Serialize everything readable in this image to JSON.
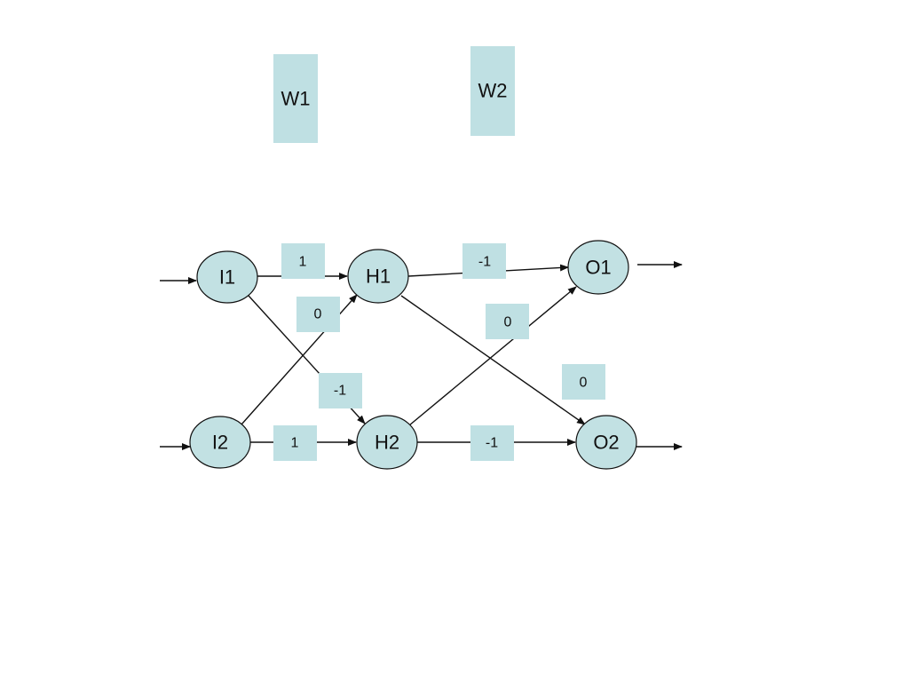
{
  "colors": {
    "node_fill": "#c2e1e3",
    "box_fill": "#bfe0e3",
    "stroke": "#111111"
  },
  "layers": {
    "w1": "W1",
    "w2": "W2"
  },
  "nodes": {
    "i1": "I1",
    "i2": "I2",
    "h1": "H1",
    "h2": "H2",
    "o1": "O1",
    "o2": "O2"
  },
  "weights": {
    "i1_h1": "1",
    "i2_h1": "0",
    "i1_h2": "-1",
    "i2_h2": "1",
    "h1_o1": "-1",
    "h2_o1": "0",
    "h1_o2": "0",
    "h2_o2": "-1"
  }
}
